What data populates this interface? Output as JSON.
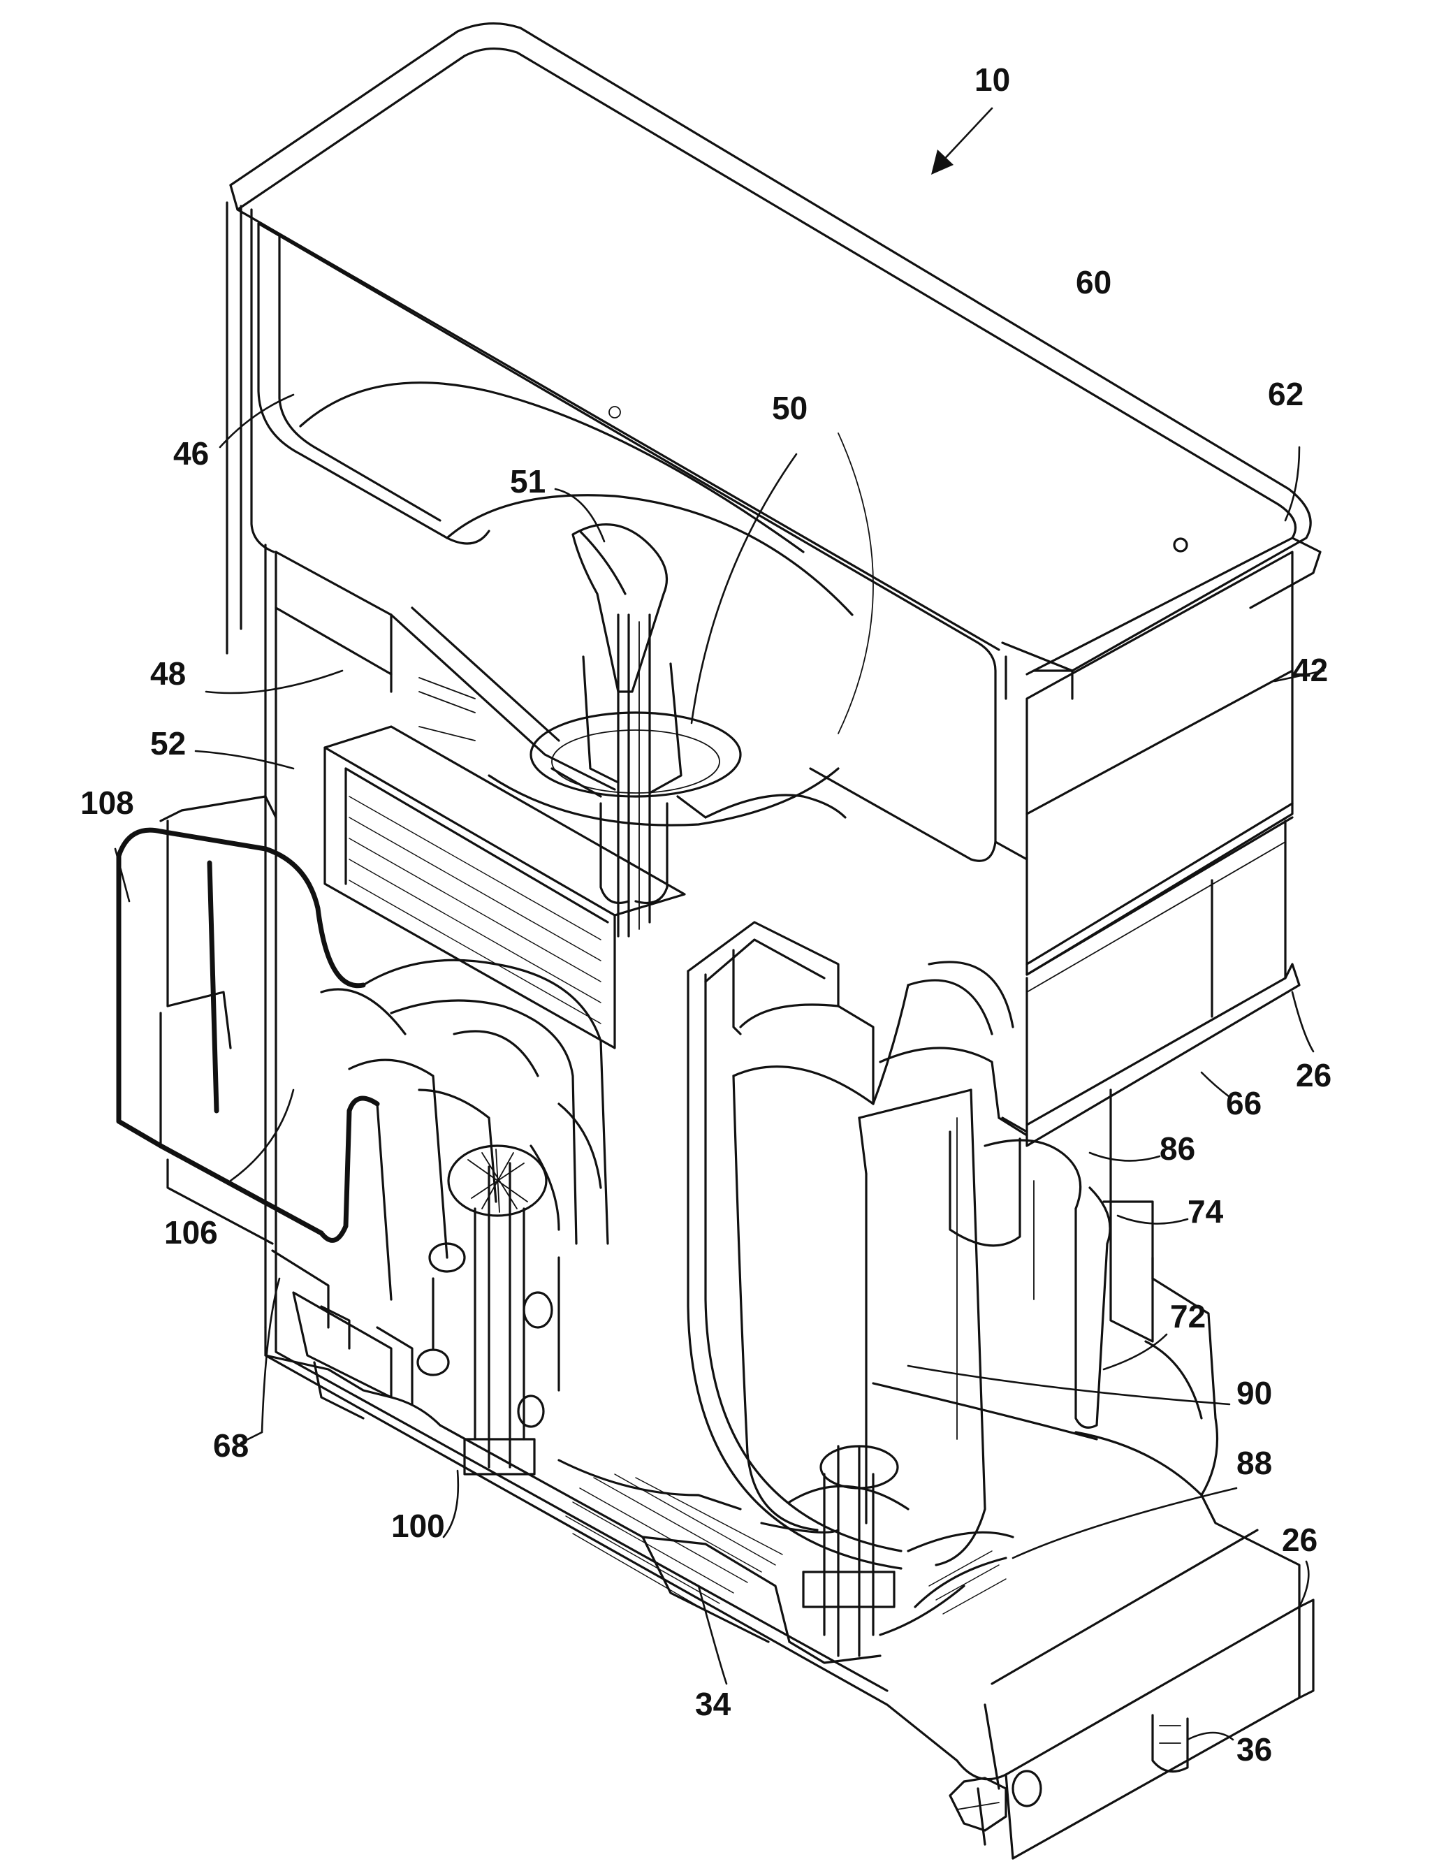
{
  "figure": {
    "reference_numerals": [
      {
        "id": "10",
        "text": "10"
      },
      {
        "id": "60",
        "text": "60"
      },
      {
        "id": "62",
        "text": "62"
      },
      {
        "id": "46",
        "text": "46"
      },
      {
        "id": "50",
        "text": "50"
      },
      {
        "id": "51",
        "text": "51"
      },
      {
        "id": "48",
        "text": "48"
      },
      {
        "id": "42",
        "text": "42"
      },
      {
        "id": "52",
        "text": "52"
      },
      {
        "id": "108",
        "text": "108"
      },
      {
        "id": "26a",
        "text": "26"
      },
      {
        "id": "66",
        "text": "66"
      },
      {
        "id": "86",
        "text": "86"
      },
      {
        "id": "74",
        "text": "74"
      },
      {
        "id": "106",
        "text": "106"
      },
      {
        "id": "72",
        "text": "72"
      },
      {
        "id": "90",
        "text": "90"
      },
      {
        "id": "68",
        "text": "68"
      },
      {
        "id": "88",
        "text": "88"
      },
      {
        "id": "100",
        "text": "100"
      },
      {
        "id": "26b",
        "text": "26"
      },
      {
        "id": "34",
        "text": "34"
      },
      {
        "id": "36",
        "text": "36"
      }
    ]
  }
}
